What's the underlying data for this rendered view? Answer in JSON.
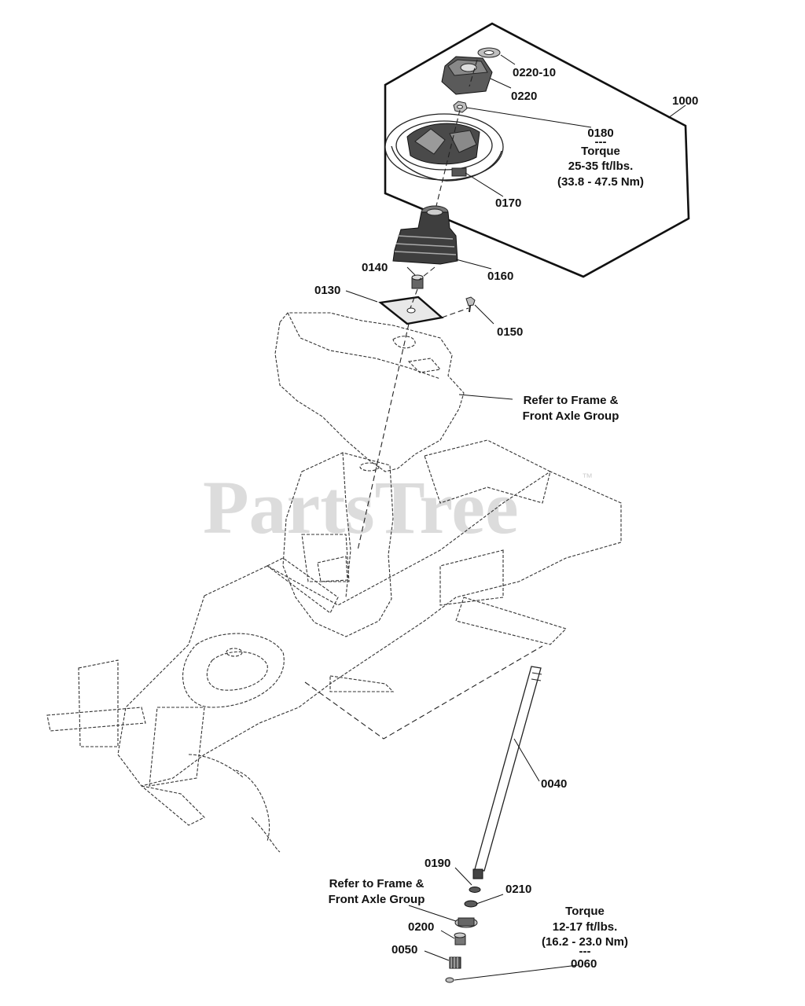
{
  "watermark": {
    "text": "PartsTree",
    "tm": "™"
  },
  "callouts": {
    "p1000": "1000",
    "p0220_10": "0220-10",
    "p0220": "0220",
    "p0180": "0180",
    "p0180_sep": "---",
    "p0180_torque_title": "Torque",
    "p0180_torque_value": "25-35 ft/lbs.",
    "p0180_torque_metric": "(33.8 - 47.5 Nm)",
    "p0170": "0170",
    "p0160": "0160",
    "p0140": "0140",
    "p0130": "0130",
    "p0150": "0150",
    "ref_top_line1": "Refer to Frame &",
    "ref_top_line2": "Front Axle Group",
    "p0040": "0040",
    "p0190": "0190",
    "p0210": "0210",
    "ref_bottom_line1": "Refer to Frame &",
    "ref_bottom_line2": "Front Axle Group",
    "p0200": "0200",
    "p0050": "0050",
    "p0060": "0060",
    "torque2_title": "Torque",
    "torque2_value": "12-17 ft/lbs.",
    "torque2_metric": "(16.2 - 23.0 Nm)",
    "torque2_sep": "---"
  }
}
